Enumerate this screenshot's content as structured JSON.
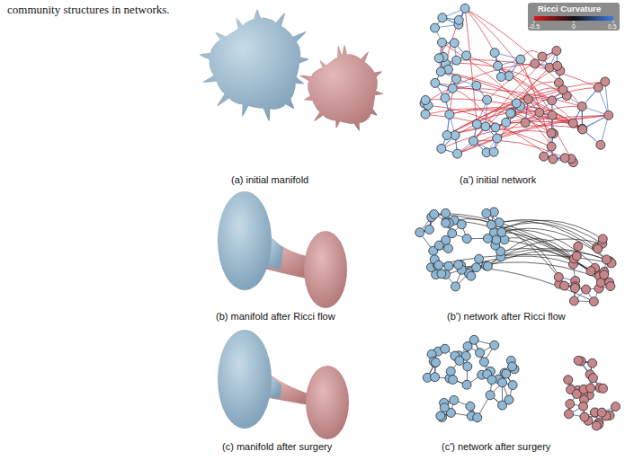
{
  "diagram": {
    "labels": [
      "community structures in networks.",
      "(a) initial manifold",
      "(a') initial network",
      "(b) manifold after Ricci flow",
      "(b') network after Ricci flow",
      "(c) manifold after surgery",
      "(c') network after surgery",
      "Ricci Curvature",
      "-0.5",
      "0",
      "0.5"
    ]
  }
}
